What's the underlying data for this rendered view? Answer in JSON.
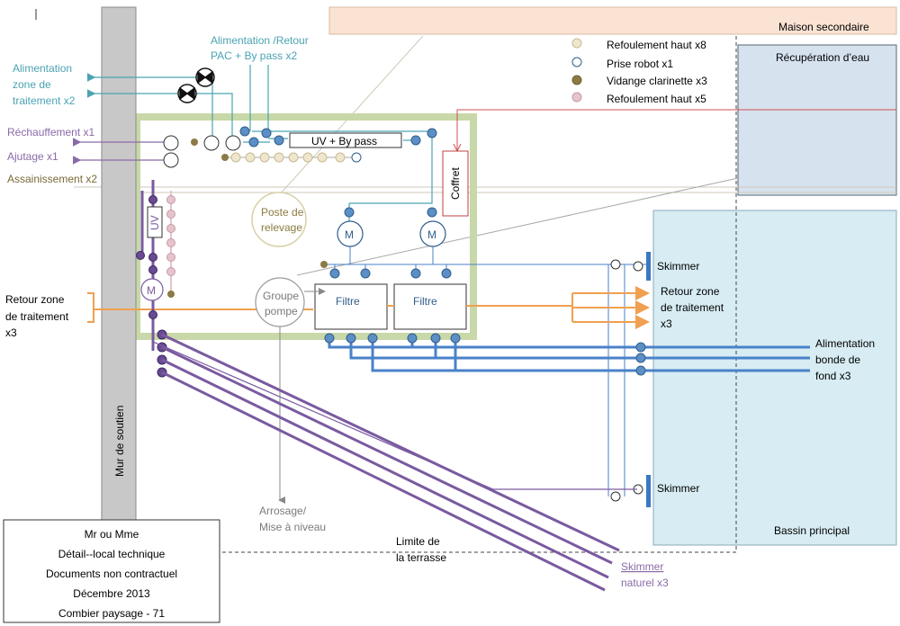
{
  "header": {
    "maison": "Maison secondaire",
    "recuperation": "Récupération  d’eau",
    "bassin": "Bassin principal"
  },
  "wall": {
    "label": "Mur de soutien"
  },
  "legend": [
    {
      "label": "Refoulement haut x8",
      "color": "#efe6cf",
      "stroke": "#c9bb8f"
    },
    {
      "label": "Prise robot x1",
      "color": "#ffffff",
      "stroke": "#2f5e8a"
    },
    {
      "label": "Vidange clarinette x3",
      "color": "#8b7a45",
      "stroke": "#6f6132"
    },
    {
      "label": "Refoulement haut x5",
      "color": "#e6c4cc",
      "stroke": "#c89aa6"
    }
  ],
  "labels": {
    "alim_retour_l1": "Alimentation  /Retour",
    "alim_retour_l2": "PAC + By pass x2",
    "alim_zone_l1": "Alimentation",
    "alim_zone_l2": "zone de",
    "alim_zone_l3": "traitement  x2",
    "rechauffement": "Réchauffement x1",
    "ajutage": "Ajutage x1",
    "assainissement": "Assainissement x2",
    "uv_bypass": "UV + By pass",
    "coffret": "Coffret",
    "poste_l1": "Poste de",
    "poste_l2": "relevage",
    "groupe_l1": "Groupe",
    "groupe_l2": "pompe",
    "filtre1": "Filtre",
    "filtre2": "Filtre",
    "uv_small": "UV",
    "m_letter": "M",
    "retour_left_l1": "Retour zone",
    "retour_left_l2": "de traitement",
    "retour_left_l3": "x3",
    "retour_right_l1": "Retour zone",
    "retour_right_l2": "de traitement",
    "retour_right_l3": "x3",
    "skimmer_top": "Skimmer",
    "skimmer_bottom": "Skimmer",
    "alim_bonde_l1": "Alimentation",
    "alim_bonde_l2": "bonde de",
    "alim_bonde_l3": "fond   x3",
    "arrosage_l1": "Arrosage/",
    "arrosage_l2": "Mise à niveau",
    "limite_l1": "Limite de",
    "limite_l2": "la terrasse",
    "skimmer_nat_l1": "Skimmer",
    "skimmer_nat_l2": "naturel x3"
  },
  "info_box": [
    "Mr ou Mme",
    "Détail--local technique",
    "Documents non contractuel",
    "Décembre 2013",
    "Combier paysage - 71"
  ],
  "colors": {
    "teal": "#4aa3b3",
    "blue_pipe": "#4a82c8",
    "orange": "#f0a050",
    "purple": "#7a5aa0",
    "green_frame": "#c8d8a8"
  }
}
